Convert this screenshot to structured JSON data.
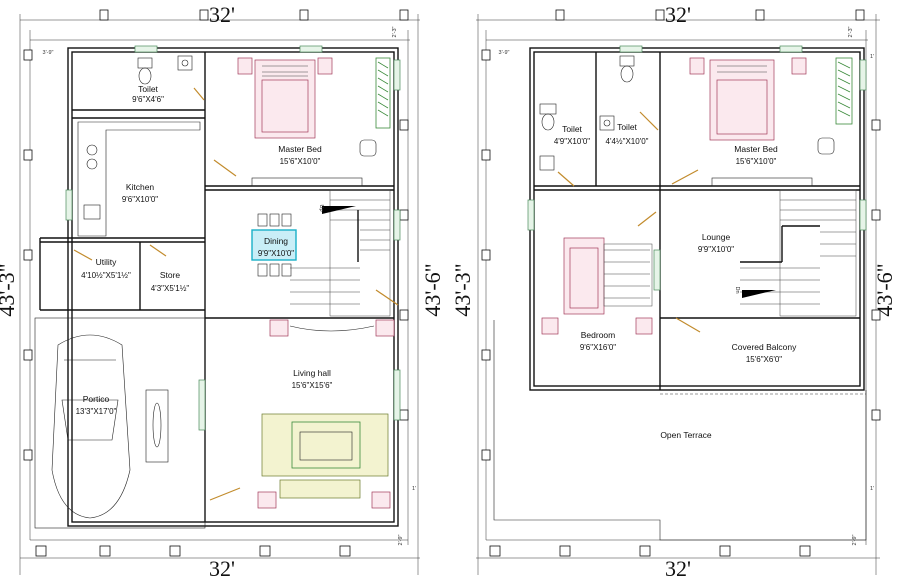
{
  "ground_floor": {
    "width_label": "32'",
    "bottom_width_label": "32'",
    "left_depth_label": "43'-3\"",
    "right_depth_label": "43'-6\"",
    "small_dims": {
      "left_offset": "3'-9\"",
      "top_right": "2'-3\"",
      "bottom_right": "2'-9\"",
      "right_1": "1'",
      "right_2": "1'"
    },
    "rooms": {
      "toilet": {
        "name": "Toilet",
        "size": "9'6\"X4'6\""
      },
      "master_bed": {
        "name": "Master Bed",
        "size": "15'6\"X10'0\""
      },
      "kitchen": {
        "name": "Kitchen",
        "size": "9'6\"X10'0\""
      },
      "dining": {
        "name": "Dining",
        "size": "9'9\"X10'0\""
      },
      "utility": {
        "name": "Utility",
        "size": "4'10½\"X5'1½\""
      },
      "store": {
        "name": "Store",
        "size": "4'3\"X5'1½\""
      },
      "portico": {
        "name": "Portico",
        "size": "13'3\"X17'0\""
      },
      "living_hall": {
        "name": "Living hall",
        "size": "15'6\"X15'6\""
      }
    },
    "stair_label": "Up"
  },
  "first_floor": {
    "width_label": "32'",
    "bottom_width_label": "32'",
    "left_depth_label": "43'-3\"",
    "right_depth_label": "43'-6\"",
    "small_dims": {
      "left_offset": "3'-9\"",
      "top_right": "2'-3\"",
      "bottom_right": "2'-9\"",
      "right_1": "1'",
      "right_2": "1'"
    },
    "rooms": {
      "toilet_1": {
        "name": "Toilet",
        "size": "4'9\"X10'0\""
      },
      "toilet_2": {
        "name": "Toilet",
        "size": "4'4½\"X10'0\""
      },
      "master_bed": {
        "name": "Master Bed",
        "size": "15'6\"X10'0\""
      },
      "lounge": {
        "name": "Lounge",
        "size": "9'9\"X10'0\""
      },
      "bedroom": {
        "name": "Bedroom",
        "size": "9'6\"X16'0\""
      },
      "covered_balcony": {
        "name": "Covered Balcony",
        "size": "15'6\"X6'0\""
      },
      "open_terrace": {
        "name": "Open Terrace"
      }
    },
    "stair_label": "Dn"
  }
}
